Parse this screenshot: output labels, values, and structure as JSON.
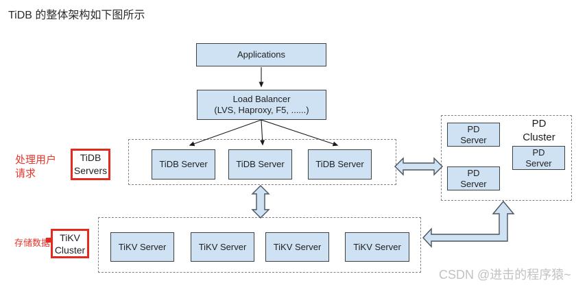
{
  "title": "TiDB 的整体架构如下图所示",
  "watermark": "CSDN @进击的程序猿~",
  "colors": {
    "box_fill": "#cfe2f3",
    "box_border": "#3c4043",
    "dashed_border": "#808080",
    "annotation_red": "#e22a21",
    "text": "#1f1f1f",
    "watermark_gray": "#c2c2c2"
  },
  "nodes": {
    "applications": "Applications",
    "load_balancer_line1": "Load Balancer",
    "load_balancer_line2": "(LVS, Haproxy, F5, ......)"
  },
  "tidb_cluster": {
    "servers": [
      "TiDB Server",
      "TiDB Server",
      "TiDB Server"
    ],
    "label_box": {
      "line1": "TiDB",
      "line2": "Servers"
    },
    "note": {
      "line1": "处理用户",
      "line2": "请求"
    }
  },
  "pd_cluster": {
    "title": {
      "line1": "PD",
      "line2": "Cluster"
    },
    "servers": [
      {
        "line1": "PD",
        "line2": "Server"
      },
      {
        "line1": "PD",
        "line2": "Server"
      },
      {
        "line1": "PD",
        "line2": "Server"
      }
    ]
  },
  "tikv_cluster": {
    "servers": [
      "TiKV Server",
      "TiKV Server",
      "TiKV Server",
      "TiKV Server"
    ],
    "label_box": {
      "line1": "TiKV",
      "line2": "Cluster"
    },
    "note": "存储数据"
  }
}
